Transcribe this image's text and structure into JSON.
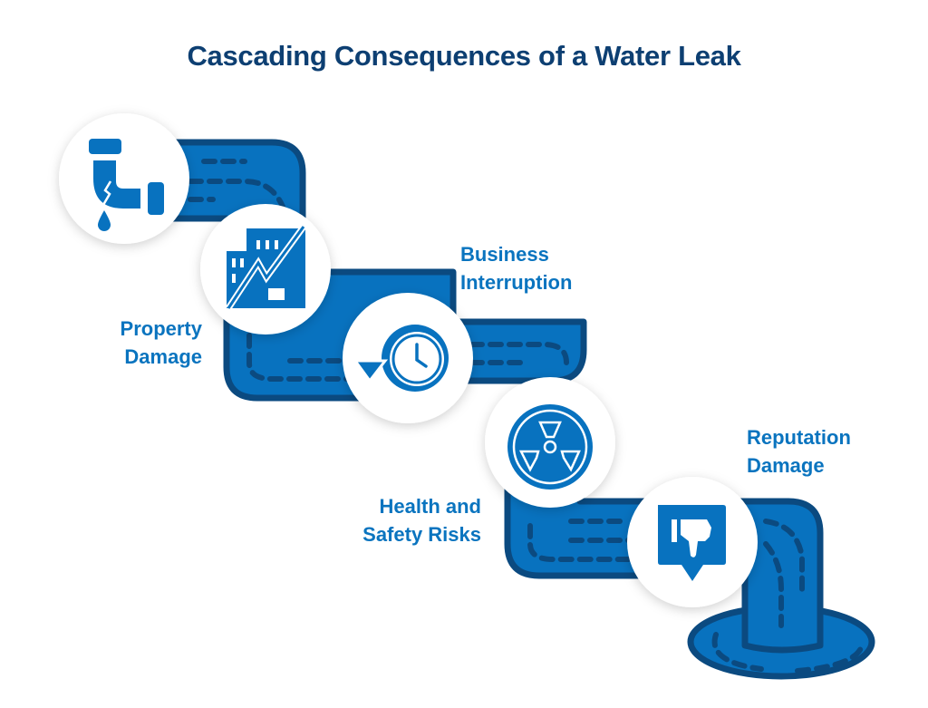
{
  "title": "Cascading Consequences of a Water Leak",
  "steps": [
    {
      "icon": "leaking-pipe-icon",
      "line1": "",
      "line2": ""
    },
    {
      "icon": "building-decline-icon",
      "line1": "Property",
      "line2": "Damage"
    },
    {
      "icon": "clock-arrow-icon",
      "line1": "Business",
      "line2": "Interruption"
    },
    {
      "icon": "hazard-icon",
      "line1": "Health and",
      "line2": "Safety Risks"
    },
    {
      "icon": "thumbs-down-icon",
      "line1": "Reputation",
      "line2": "Damage"
    }
  ],
  "colors": {
    "title": "#0d3f72",
    "accent": "#0a74bf",
    "pipe": "#0872bf",
    "outline": "#0b4a80"
  }
}
